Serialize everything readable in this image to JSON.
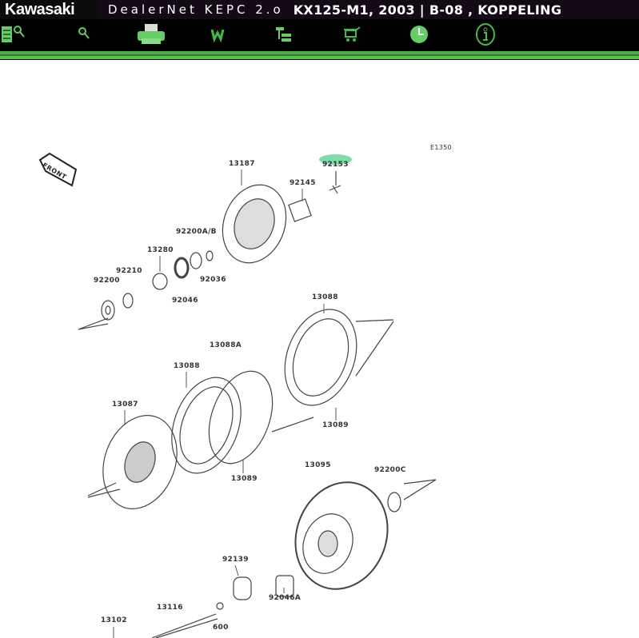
{
  "header": {
    "logo": "Kawasaki",
    "app_name": "DealerNet KEPC 2.o",
    "page_title": "KX125-M1, 2003 | B-08 , KOPPELING"
  },
  "toolbar": [
    {
      "icon": "document-search-icon"
    },
    {
      "icon": "search-icon"
    },
    {
      "icon": "printer-icon"
    },
    {
      "icon": "parts-icon"
    },
    {
      "icon": "tree-icon"
    },
    {
      "icon": "cart-icon"
    },
    {
      "icon": "clock-icon"
    },
    {
      "icon": "info-icon"
    }
  ],
  "diagram": {
    "code": "E1350",
    "front_label": "FRONT",
    "highlight_color": "#6ed9a0",
    "parts": [
      "13187",
      "92153",
      "92145",
      "92200A/B",
      "13280",
      "92210",
      "92200",
      "92036",
      "92046",
      "13088",
      "13088A",
      "13088",
      "13087",
      "13089",
      "13089",
      "13095",
      "92200C",
      "92139",
      "92046A",
      "13116",
      "600",
      "13102"
    ]
  }
}
